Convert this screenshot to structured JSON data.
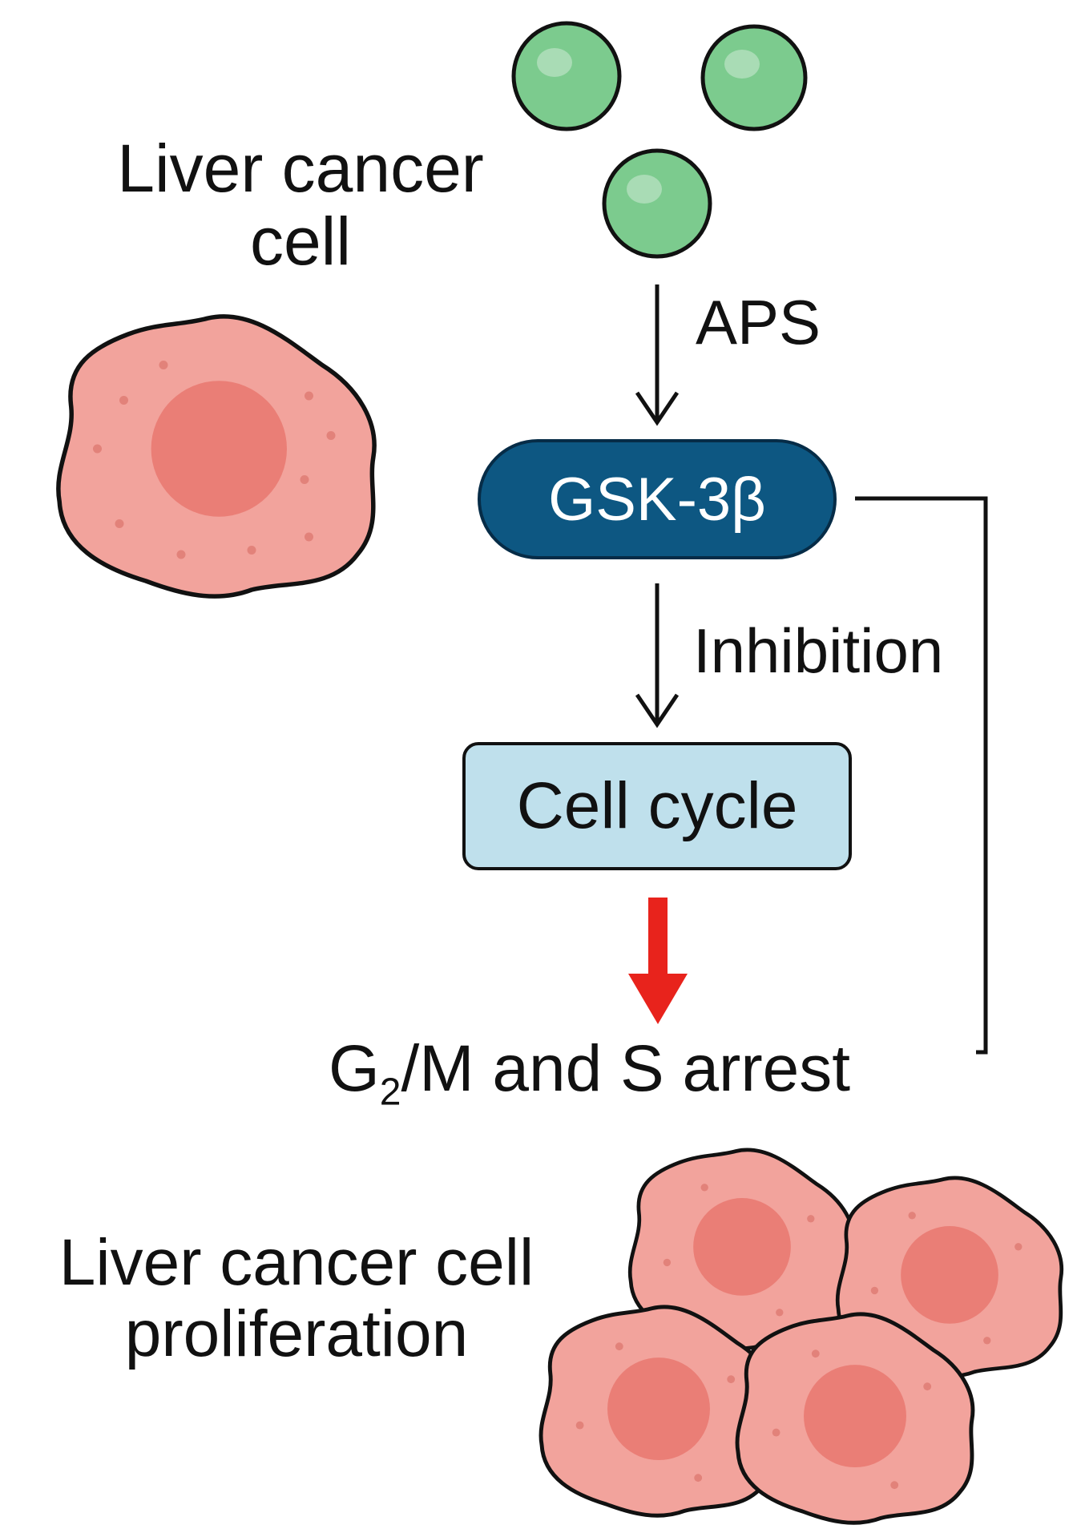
{
  "labels": {
    "cell_top_line1": "Liver cancer",
    "cell_top_line2": "cell",
    "aps": "APS",
    "gsk": "GSK-3β",
    "inhibition": "Inhibition",
    "cell_cycle": "Cell cycle",
    "arrest_prefix": "G",
    "arrest_sub": "2",
    "arrest_suffix": "/M and S arrest",
    "bottom_line1": "Liver cancer cell",
    "bottom_line2": "proliferation"
  },
  "colors": {
    "molecule_fill": "#7ccb8e",
    "cell_fill": "#f2a39c",
    "nucleus_fill": "#ea7e76",
    "gsk_fill": "#0d5782",
    "cell_cycle_fill": "#bfe0ec",
    "red_arrow": "#e8231c",
    "line": "#111111"
  }
}
